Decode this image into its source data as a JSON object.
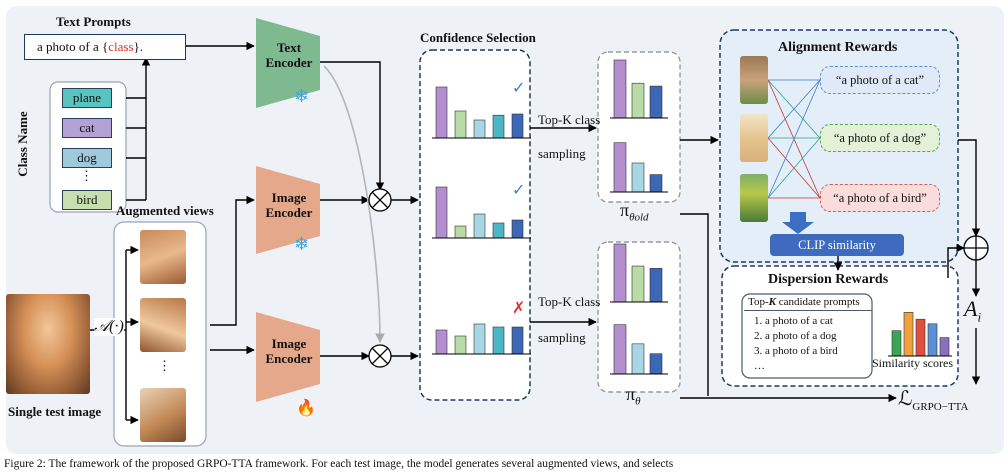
{
  "prompts": {
    "title": "Text Prompts",
    "template_prefix": "a photo of a {",
    "template_class": "class",
    "template_suffix": "}."
  },
  "class_name": {
    "label": "Class Name",
    "items": [
      "plane",
      "cat",
      "dog",
      "⋮",
      "bird"
    ],
    "colors": [
      "#58c4c0",
      "#b4a2d6",
      "#9fc9dd",
      "#ffffff",
      "#c7dfae"
    ]
  },
  "augmented": {
    "label": "Augmented views",
    "augment_fn": "𝒜(·)",
    "ellipsis": "⋮"
  },
  "single_image": {
    "label": "Single test image"
  },
  "encoders": {
    "text": "Text\nEncoder",
    "image_top": "Image\nEncoder",
    "image_bottom": "Image\nEncoder",
    "text_color": "#7fb990",
    "image_color": "#e5a88a"
  },
  "confidence": {
    "title": "Confidence Selection",
    "marks": [
      "✓",
      "✓",
      "✗"
    ],
    "mark_colors": [
      "#3a7fc1",
      "#3a7fc1",
      "#e03030"
    ]
  },
  "sampling": {
    "top": "Top-K class",
    "top_word": "sampling",
    "bottom": "Top-K class",
    "bottom_word": "sampling",
    "k_symbol": "K",
    "pi_old": "π",
    "pi_old_sub": "θold",
    "pi_new": "π",
    "pi_new_sub": "θ"
  },
  "alignment": {
    "title": "Alignment Rewards",
    "prompts": [
      "“a photo of a cat”",
      "“a photo of a dog”",
      "“a photo of a bird”"
    ],
    "prompt_colors": [
      "#dfe9f7",
      "#e3f1d8",
      "#f9dcdc"
    ],
    "similarity": "CLIP similarity"
  },
  "dispersion": {
    "title": "Dispersion Rewards",
    "box_title_prefix": "Top-",
    "box_title_k": "K",
    "box_title_suffix": " candidate prompts",
    "list": [
      "1.   a photo of a cat",
      "2.   a photo of a dog",
      "3.   a photo of a bird",
      "…"
    ],
    "scores_label": "Similarity scores",
    "score_values": [
      0.55,
      0.95,
      0.8,
      0.7,
      0.4
    ],
    "score_colors": [
      "#3aa655",
      "#f0a03c",
      "#e05040",
      "#5b8fd6",
      "#8a6fc1"
    ]
  },
  "outputs": {
    "advantage": "A",
    "advantage_sub": "i",
    "loss": "ℒ",
    "loss_sub": "GRPO−TTA"
  },
  "bar_charts": {
    "conf1": [
      0.85,
      0.45,
      0.3,
      0.38,
      0.4
    ],
    "conf2": [
      0.85,
      0.2,
      0.4,
      0.25,
      0.3
    ],
    "conf3": [
      0.4,
      0.3,
      0.5,
      0.45,
      0.45
    ],
    "topk_old_1": [
      1.0,
      0.6,
      0.55
    ],
    "topk_old_2": [
      0.85,
      0.5,
      0.3
    ],
    "topk_new_1": [
      1.0,
      0.62,
      0.58
    ],
    "topk_new_2": [
      0.85,
      0.52,
      0.35
    ],
    "conf_colors": [
      "#b48fd0",
      "#b9dba5",
      "#a9d6e5",
      "#4ab7c6",
      "#3c67b5"
    ],
    "topk_colors": [
      "#b48fd0",
      "#b9dba5",
      "#3c67b5"
    ],
    "topk_colors_b": [
      "#b48fd0",
      "#a9d6e5",
      "#3c67b5"
    ]
  },
  "figure_caption": "Figure 2: The framework of the proposed GRPO-TTA framework. For each test image, the model generates several augmented views, and selects"
}
